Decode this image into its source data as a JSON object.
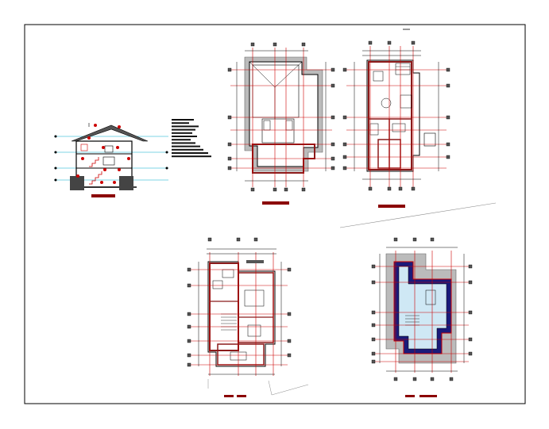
{
  "sheet": {
    "corner_label": "",
    "colors": {
      "line": "#000000",
      "grid": "#cc0000",
      "wall": "#8b1a1a",
      "title_bar": "#8b0000",
      "roof_hatch": "#888888",
      "blue_zone": "#1a1a7a",
      "glass": "#88ccee",
      "cyan_level": "#00aacc"
    }
  },
  "drawings": [
    {
      "id": "section",
      "title_text": ""
    },
    {
      "id": "roof-plan",
      "title_text": ""
    },
    {
      "id": "ground-floor-plan",
      "title_text": ""
    },
    {
      "id": "first-floor-plan",
      "title_text": ""
    },
    {
      "id": "attic-plan",
      "title_text": ""
    }
  ],
  "notes_block": {
    "lines": 12
  }
}
